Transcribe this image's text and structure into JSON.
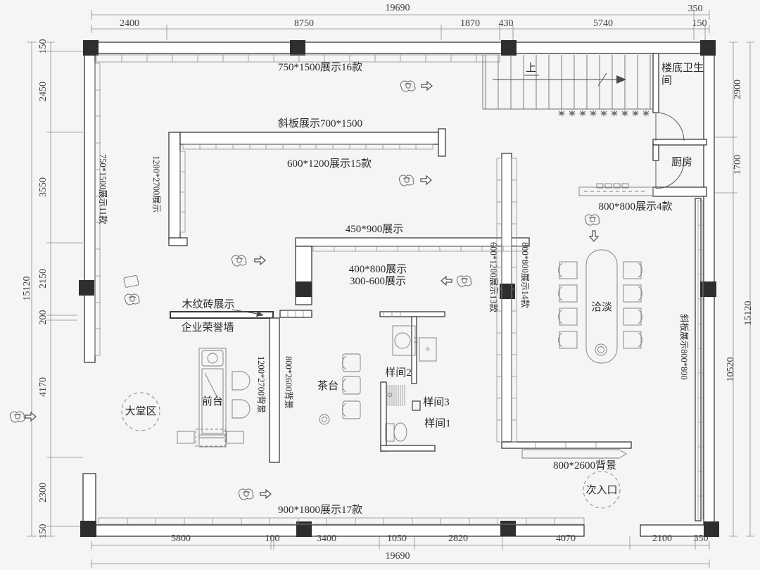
{
  "drawing": {
    "kind": "showroom-floor-plan",
    "colors": {
      "background": "#f4f5f6",
      "wall_line": "#3a3a3a",
      "column_fill": "#2e2e2e",
      "dim_line": "#8a8a8a",
      "text": "#2a2a2a"
    }
  },
  "annotations": {
    "display_750_1500_16": "750*1500展示16款",
    "slant_700_1500": "斜板展示700*1500",
    "display_600_1200_15": "600*1200展示15款",
    "display_450_900": "450*900展示",
    "display_400_800": "400*800展示",
    "display_300_600": "300-600展示",
    "wood_grain_brick": "木纹砖展示",
    "honor_wall": "企业荣誉墙",
    "reception": "前台",
    "lobby": "大堂区",
    "tea_table": "茶台",
    "sample_room_2": "样间2",
    "sample_room_3": "样间3",
    "sample_room_1": "样间1",
    "negotiation": "洽淡",
    "kitchen": "厨房",
    "ground_floor_restroom": "楼底卫生间",
    "stair_up": "上",
    "display_800_800_4": "800*800展示4款",
    "display_900_1800_17": "900*1800展示17款",
    "bg_800_2600_bottom": "800*2600背景",
    "secondary_entrance": "次入口",
    "display_750_1500_11": "750*1500展示11款",
    "display_1200_2700": "1200*2700展示",
    "display_600_1200_13": "600*1200展示13款",
    "display_800_800_14": "800*800展示14款",
    "bg_1200_2700": "1200*2700背景",
    "bg_800_2600_mid": "800*2600背景",
    "slant_800_800": "斜板展示800*800"
  },
  "dimensions": {
    "top": {
      "total": "19690",
      "row": [
        "2400",
        "8750",
        "1870",
        "430",
        "5740"
      ],
      "upper_right": "350",
      "lower_right": "150"
    },
    "bottom": {
      "total": "19690",
      "row": [
        "5800",
        "100",
        "3400",
        "1050",
        "2820",
        "4070",
        "2100",
        "350"
      ]
    },
    "left": {
      "total": "15120",
      "row": [
        "150",
        "2450",
        "3550",
        "2150",
        "200",
        "4170",
        "2300",
        "150"
      ]
    },
    "right": {
      "total": "15120",
      "row": [
        "2900",
        "1700",
        "10520"
      ]
    }
  }
}
